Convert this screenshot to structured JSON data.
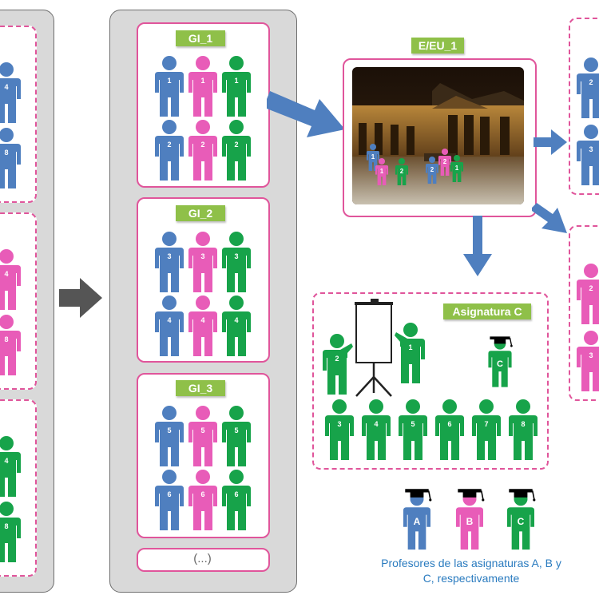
{
  "groups": [
    {
      "label": "GI_1",
      "rows": [
        [
          "1",
          "1",
          "1"
        ],
        [
          "2",
          "2",
          "2"
        ]
      ]
    },
    {
      "label": "GI_2",
      "rows": [
        [
          "3",
          "3",
          "3"
        ],
        [
          "4",
          "4",
          "4"
        ]
      ]
    },
    {
      "label": "GI_3",
      "rows": [
        [
          "5",
          "5",
          "5"
        ],
        [
          "6",
          "6",
          "6"
        ]
      ]
    }
  ],
  "ellipsis": "(...)",
  "left_column": {
    "blue": [
      "4",
      "8"
    ],
    "pink": [
      "4",
      "8"
    ],
    "green": [
      "4",
      "8"
    ]
  },
  "eu": {
    "label": "E/EU_1",
    "students": [
      "1",
      "1",
      "2",
      "2",
      "2",
      "1"
    ]
  },
  "right_top": [
    "2",
    "3"
  ],
  "right_mid": [
    "2",
    "3"
  ],
  "asignatura": {
    "label": "Asignatura C",
    "presenters": [
      "2",
      "1"
    ],
    "teacher": "C",
    "row": [
      "3",
      "4",
      "5",
      "6",
      "7",
      "8"
    ]
  },
  "professors": [
    "A",
    "B",
    "C"
  ],
  "caption_line1": "Profesores de las asignaturas A, B y",
  "caption_line2": "C, respectivamente",
  "colors": {
    "blue": "#4f7fbf",
    "pink": "#e85cb8",
    "green": "#17a34a",
    "border": "#e0559b",
    "tag": "#8fc049",
    "arrow": "#4f7fbf",
    "gray": "#555555"
  }
}
